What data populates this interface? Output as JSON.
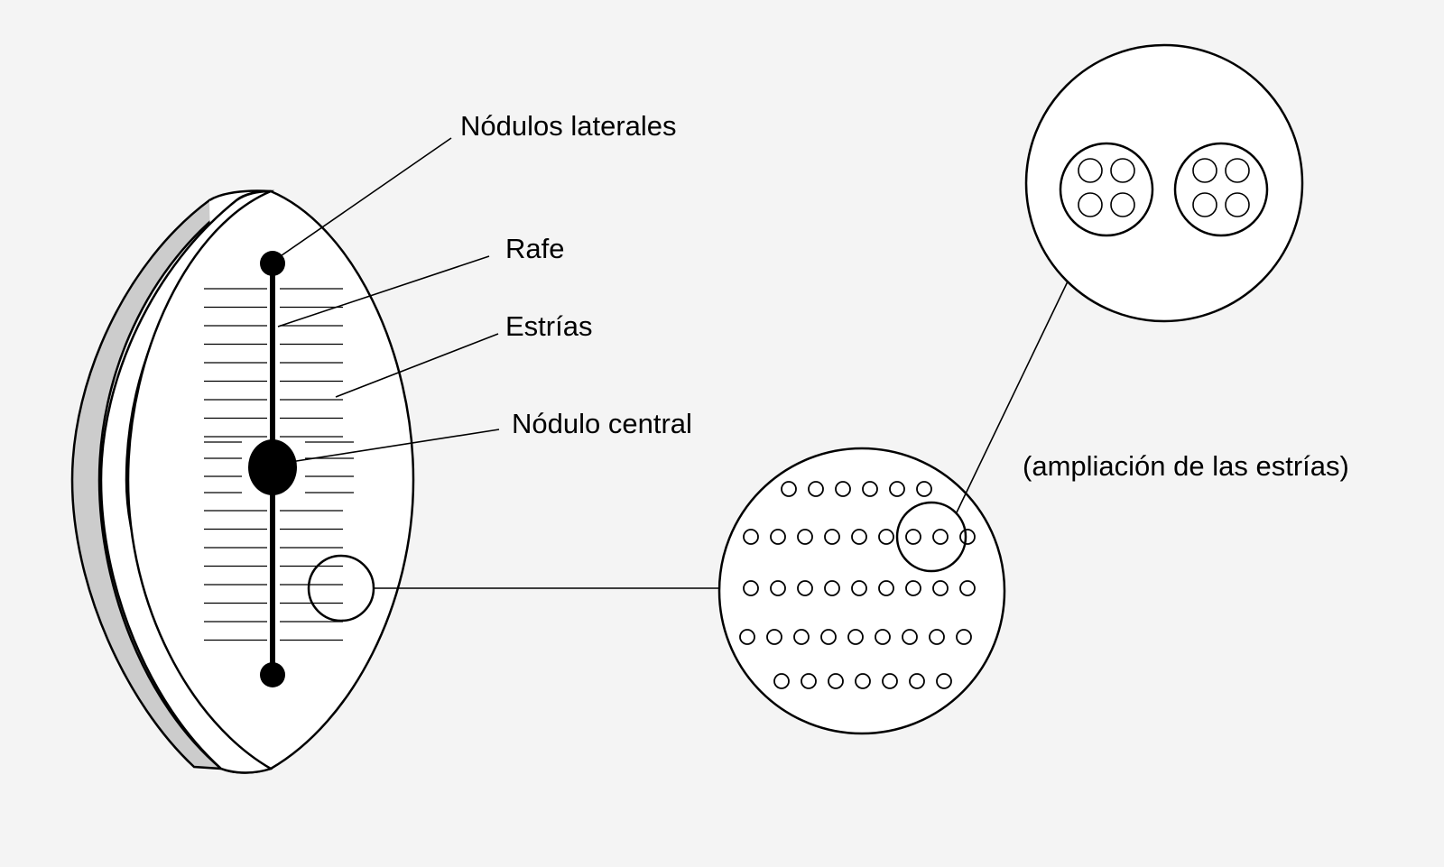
{
  "labels": {
    "lateral_nodules": "Nódulos laterales",
    "raphe": "Rafe",
    "striae": "Estrías",
    "central_nodule": "Nódulo central",
    "enlargement": "(ampliación de las estrías)"
  },
  "colors": {
    "background": "#f4f4f4",
    "ink": "#000000",
    "girdle_band": "#cccccc",
    "valve_fill": "#ffffff"
  }
}
